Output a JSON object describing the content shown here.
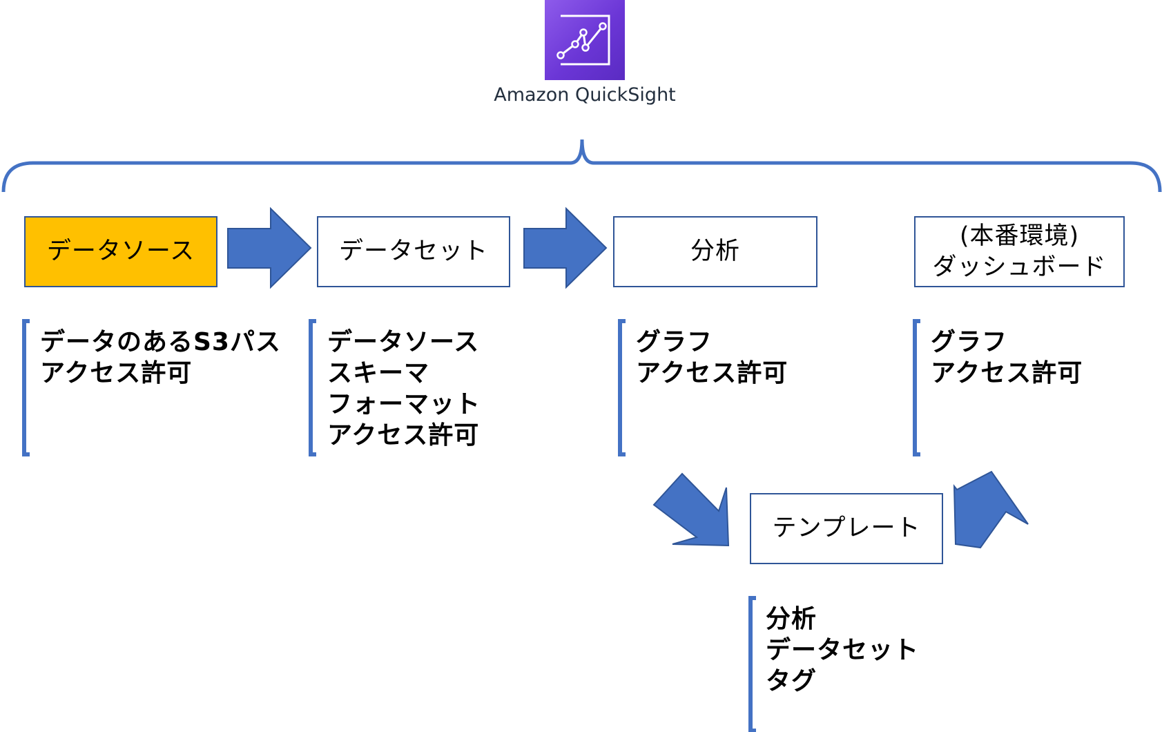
{
  "logo": {
    "label": "Amazon QuickSight",
    "icon": "quicksight-chart-icon",
    "gradient": [
      "#8E5BEB",
      "#5A2BC2"
    ]
  },
  "colors": {
    "accent_blue": "#4472C4",
    "box_border": "#2F5597",
    "highlight": "#FFC000"
  },
  "stages": {
    "datasource": {
      "label": "データソース"
    },
    "dataset": {
      "label": "データセット"
    },
    "analysis": {
      "label": "分析"
    },
    "dashboard": {
      "line1": "(本番環境)",
      "line2": "ダッシュボード"
    },
    "template": {
      "label": "テンプレート"
    }
  },
  "notes": {
    "datasource": [
      "データのあるS3パス",
      "アクセス許可"
    ],
    "dataset": [
      "データソース",
      "スキーマ",
      "フォーマット",
      "アクセス許可"
    ],
    "analysis": [
      "グラフ",
      "アクセス許可"
    ],
    "dashboard": [
      "グラフ",
      "アクセス許可"
    ],
    "template": [
      "分析",
      "データセット",
      "タグ"
    ]
  }
}
